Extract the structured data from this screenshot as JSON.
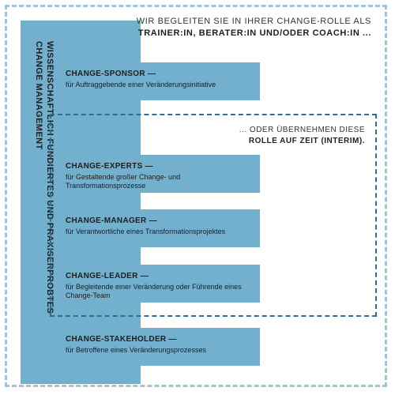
{
  "top_caption": {
    "line1": "WIR BEGLEITEN SIE IN IHRER CHANGE-ROLLE ALS",
    "line2": "TRAINER:IN, BERATER:IN UND/ODER COACH:IN ..."
  },
  "vertical_label": "WISSENSCHAFTLICH FUNDIERTES UND PRAXISERPROBTES CHANGE MANAGEMENT",
  "inner_caption": {
    "line1": "... ODER ÜBERNEHMEN DIESE",
    "line2": "ROLLE AUF ZEIT (INTERIM)."
  },
  "roles": [
    {
      "title": "CHANGE-SPONSOR —",
      "desc": "für Auftraggebende einer Veränderungsinitiative"
    },
    {
      "title": "CHANGE-EXPERTS —",
      "desc": "für Gestaltende großer Change- und Transformationsprozesse"
    },
    {
      "title": "CHANGE-MANAGER —",
      "desc": "für Verantwortliche eines Transformationsprojektes"
    },
    {
      "title": "CHANGE-LEADER —",
      "desc": "für Begleitende einer Veränderung oder Führende eines Change-Team"
    },
    {
      "title": "CHANGE-STAKEHOLDER —",
      "desc": "für Betroffene eines Veränderungsprozesses"
    }
  ],
  "colors": {
    "box_blue": "#73b0cd",
    "outer_dash": "#9ec6d9",
    "inner_dash": "#2c6f93"
  }
}
